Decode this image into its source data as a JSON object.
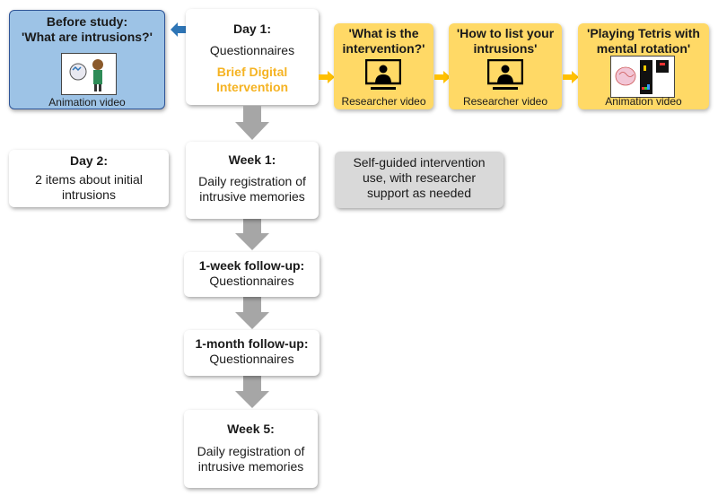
{
  "before_study": {
    "title_line1": "Before study:",
    "title_line2": "'What are intrusions?'",
    "caption": "Animation video"
  },
  "day1": {
    "title": "Day 1:",
    "line1": "Questionnaires",
    "highlight_line1": "Brief Digital",
    "highlight_line2": "Intervention"
  },
  "videos": [
    {
      "title_line1": "'What is the",
      "title_line2": "intervention?'",
      "caption": "Researcher video",
      "icon": "monitor-person-icon"
    },
    {
      "title_line1": "'How to list your",
      "title_line2": "intrusions'",
      "caption": "Researcher video",
      "icon": "monitor-person-icon"
    },
    {
      "title_line1": "'Playing Tetris with",
      "title_line2": "mental rotation'",
      "caption": "Animation video",
      "icon": "tetris-screenshot-icon"
    }
  ],
  "day2": {
    "title": "Day 2:",
    "line1": "2 items about initial",
    "line2": "intrusions"
  },
  "week1": {
    "title": "Week 1:",
    "line1": "Daily registration of",
    "line2": "intrusive memories"
  },
  "self_guided": {
    "line1": "Self-guided intervention",
    "line2": "use, with researcher",
    "line3": "support as needed"
  },
  "followup_1week": {
    "title": "1-week follow-up:",
    "line1": "Questionnaires"
  },
  "followup_1month": {
    "title": "1-month follow-up:",
    "line1": "Questionnaires"
  },
  "week5": {
    "title": "Week 5:",
    "line1": "Daily registration of",
    "line2": "intrusive memories"
  },
  "colors": {
    "blue_box": "#9dc3e6",
    "blue_arrow": "#2e75b6",
    "yellow_box": "#ffd966",
    "yellow_arrow": "#ffc000",
    "highlight_text": "#f5b323",
    "gray_box": "#d9d9d9",
    "gray_arrow": "#a6a6a6"
  }
}
